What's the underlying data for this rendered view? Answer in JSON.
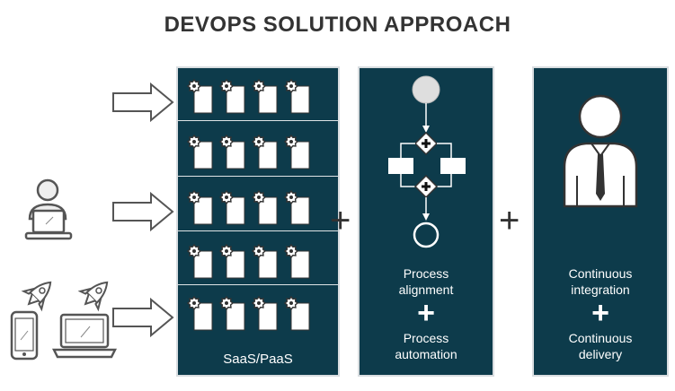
{
  "title": "DEVOPS SOLUTION APPROACH",
  "saas_panel": {
    "label": "SaaS/PaaS",
    "rows": 5,
    "docs_per_row": 4
  },
  "process_panel": {
    "line1": "Process",
    "line2": "alignment",
    "plus": "+",
    "line3": "Process",
    "line4": "automation"
  },
  "ci_panel": {
    "line1": "Continuous",
    "line2": "integration",
    "plus": "+",
    "line3": "Continuous",
    "line4": "delivery"
  },
  "plus_symbol": "+",
  "colors": {
    "panel": "#0d3b4b",
    "title": "#333333",
    "icon_stroke": "#555555"
  }
}
